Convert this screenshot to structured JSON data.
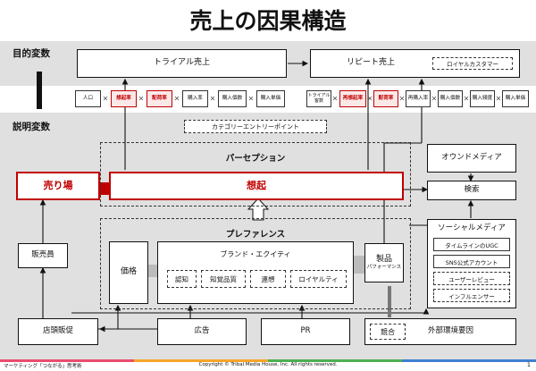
{
  "title": "売上の因果構造",
  "sections": {
    "objective": "目的変数",
    "explanatory": "説明変数"
  },
  "top": {
    "trial_sales": "トライアル売上",
    "repeat_sales": "リピート売上",
    "loyal_customer": "ロイヤルカスタマー"
  },
  "trial_factors": [
    {
      "label": "人口",
      "highlight": false
    },
    {
      "label": "想起率",
      "highlight": true
    },
    {
      "label": "配荷率",
      "highlight": true
    },
    {
      "label": "購入率",
      "highlight": false
    },
    {
      "label": "購入個数",
      "highlight": false
    },
    {
      "label": "購入単価",
      "highlight": false
    }
  ],
  "repeat_factors": [
    {
      "label": "トライアル\n客数",
      "highlight": false
    },
    {
      "label": "再想起率",
      "highlight": true
    },
    {
      "label": "配荷率",
      "highlight": true
    },
    {
      "label": "再購入率",
      "highlight": false
    },
    {
      "label": "購入個数",
      "highlight": false
    },
    {
      "label": "購入頻度",
      "highlight": false
    },
    {
      "label": "購入単価",
      "highlight": false
    }
  ],
  "category_entry_point": "カテゴリーエントリーポイント",
  "perception": {
    "title": "パーセプション",
    "store": "売り場",
    "recall": "想起"
  },
  "preference": {
    "title": "プレファレンス",
    "price": "価格",
    "brand_equity": "ブランド・エクイティ",
    "equity_items": [
      "認知",
      "知覚品質",
      "連想",
      "ロイヤルティ"
    ],
    "product_main": "製品",
    "product_sub": "パフォーマンス"
  },
  "owned_media": "オウンドメディア",
  "search": "検索",
  "social": {
    "title": "ソーシャルメディア",
    "items": [
      "タイムラインのUGC",
      "SNS公式アカウント",
      "ユーザーレビュー",
      "インフルエンサー"
    ]
  },
  "sales_staff": "販売員",
  "store_promo": "店頭販促",
  "ad": "広告",
  "pr": "PR",
  "competition": "競合",
  "external": "外部環境要因",
  "footer": {
    "left": "マーケティング「つながる」思考術",
    "center": "Copyright © Tribal Media House, Inc. All rights reserved.",
    "page": "1"
  },
  "colors": {
    "accent_red": "#c00000",
    "section_gray": "#e0e0e0"
  }
}
